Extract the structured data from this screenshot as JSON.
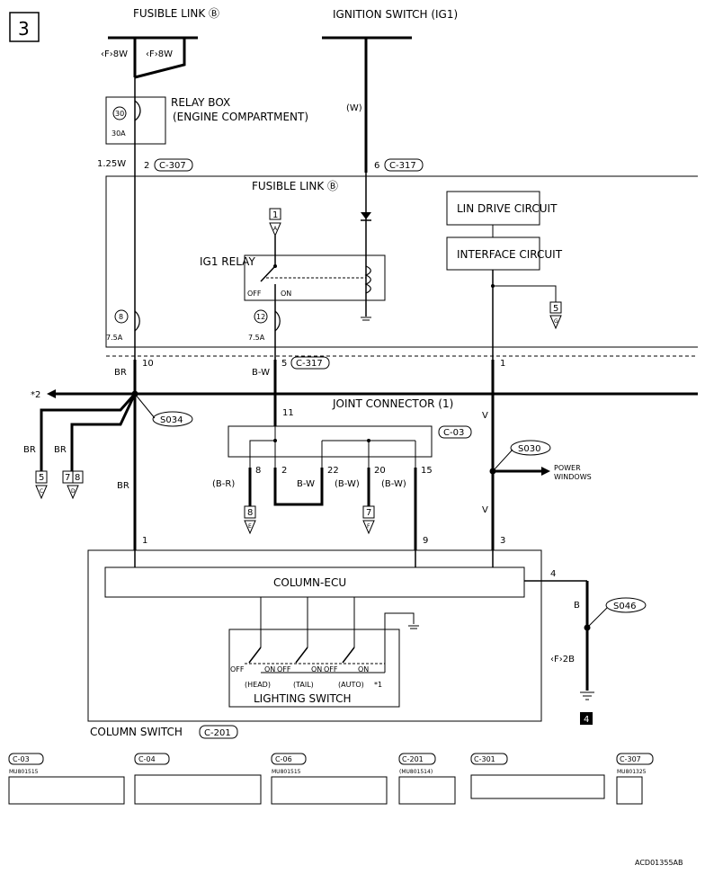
{
  "page_number": "3",
  "sources": {
    "fusible_link_36": "FUSIBLE LINK Ⓑ",
    "fuse_left_wire": "‹F›8W",
    "fuse_right_wire": "‹F›8W",
    "ignition_switch": "IGNITION SWITCH (IG1)",
    "ignition_wire": "(W)"
  },
  "relay_box": {
    "title": "RELAY BOX",
    "location": "(ENGINE COMPARTMENT)",
    "fuse_number": "30",
    "fuse_rating": "30A"
  },
  "top_connectors": {
    "left_wire_size": "1.25W",
    "left_pin": "2",
    "left_connector": "C-307",
    "right_pin": "6",
    "right_connector": "C-317"
  },
  "ecu_block": {
    "fusible_link_34": "FUSIBLE LINK Ⓑ",
    "link_ref": "1",
    "link_ref_letter": "A",
    "ig1_relay": "IG1 RELAY",
    "relay_off": "OFF",
    "relay_on": "ON",
    "lin_drive": "LIN DRIVE CIRCUIT",
    "interface": "INTERFACE CIRCUIT",
    "ref5": "5",
    "ref5_letter": "G",
    "fuse8_num": "8",
    "fuse8_rating": "7.5A",
    "fuse12_num": "12",
    "fuse12_rating": "7.5A"
  },
  "outputs": {
    "pin10": "10",
    "pin10_color": "BR",
    "pin5": "5",
    "pin5_color": "B-W",
    "pin5_connector": "C-317",
    "pin1": "1",
    "note2": "*2",
    "splice_s034": "S034",
    "br_left": "BR",
    "br_right": "BR",
    "br_main": "BR",
    "ref_c_num": "5",
    "ref_c_letter": "C",
    "ref_d_num": "7",
    "ref_d_num2": "8",
    "ref_d_letter": "D"
  },
  "joint_connector": {
    "title": "JOINT CONNECTOR (1)",
    "connector": "C-03",
    "pin_in": "11",
    "pins": [
      "8",
      "2",
      "22",
      "20",
      "15"
    ],
    "colors": [
      "(B-R)",
      "B-W",
      "(B-W)",
      "(B-W)"
    ],
    "ref_e_num": "8",
    "ref_e_letter": "E",
    "ref_f_num": "7",
    "ref_f_letter": "F"
  },
  "v_line": {
    "color_top": "V",
    "color_bottom": "V",
    "splice_s030": "S030",
    "power_windows": "POWER WINDOWS"
  },
  "column_switch": {
    "pin1": "1",
    "pin9": "9",
    "pin3": "3",
    "pin4": "4",
    "ecu_label": "COLUMN-ECU",
    "ground_color": "B",
    "splice_s046": "S046",
    "ground_wire": "‹F›2B",
    "ground_ref": "4",
    "switch_off1": "OFF",
    "switch_on1": "ON",
    "switch_off2": "OFF",
    "switch_on2": "ON",
    "switch_off3": "OFF",
    "switch_on3": "ON",
    "head": "(HEAD)",
    "tail": "(TAIL)",
    "auto": "(AUTO)",
    "note1": "*1",
    "lighting_switch": "LIGHTING SWITCH",
    "title": "COLUMN SWITCH",
    "connector": "C-201"
  },
  "connector_legend": [
    {
      "id": "C-03",
      "part": "MU801515"
    },
    {
      "id": "C-04",
      "part": ""
    },
    {
      "id": "C-06",
      "part": "MU801515"
    },
    {
      "id": "C-201",
      "part": "(MU801514)"
    },
    {
      "id": "C-301",
      "part": ""
    },
    {
      "id": "C-307",
      "part": "MU801325"
    }
  ],
  "figure_code": "ACD01355AB"
}
